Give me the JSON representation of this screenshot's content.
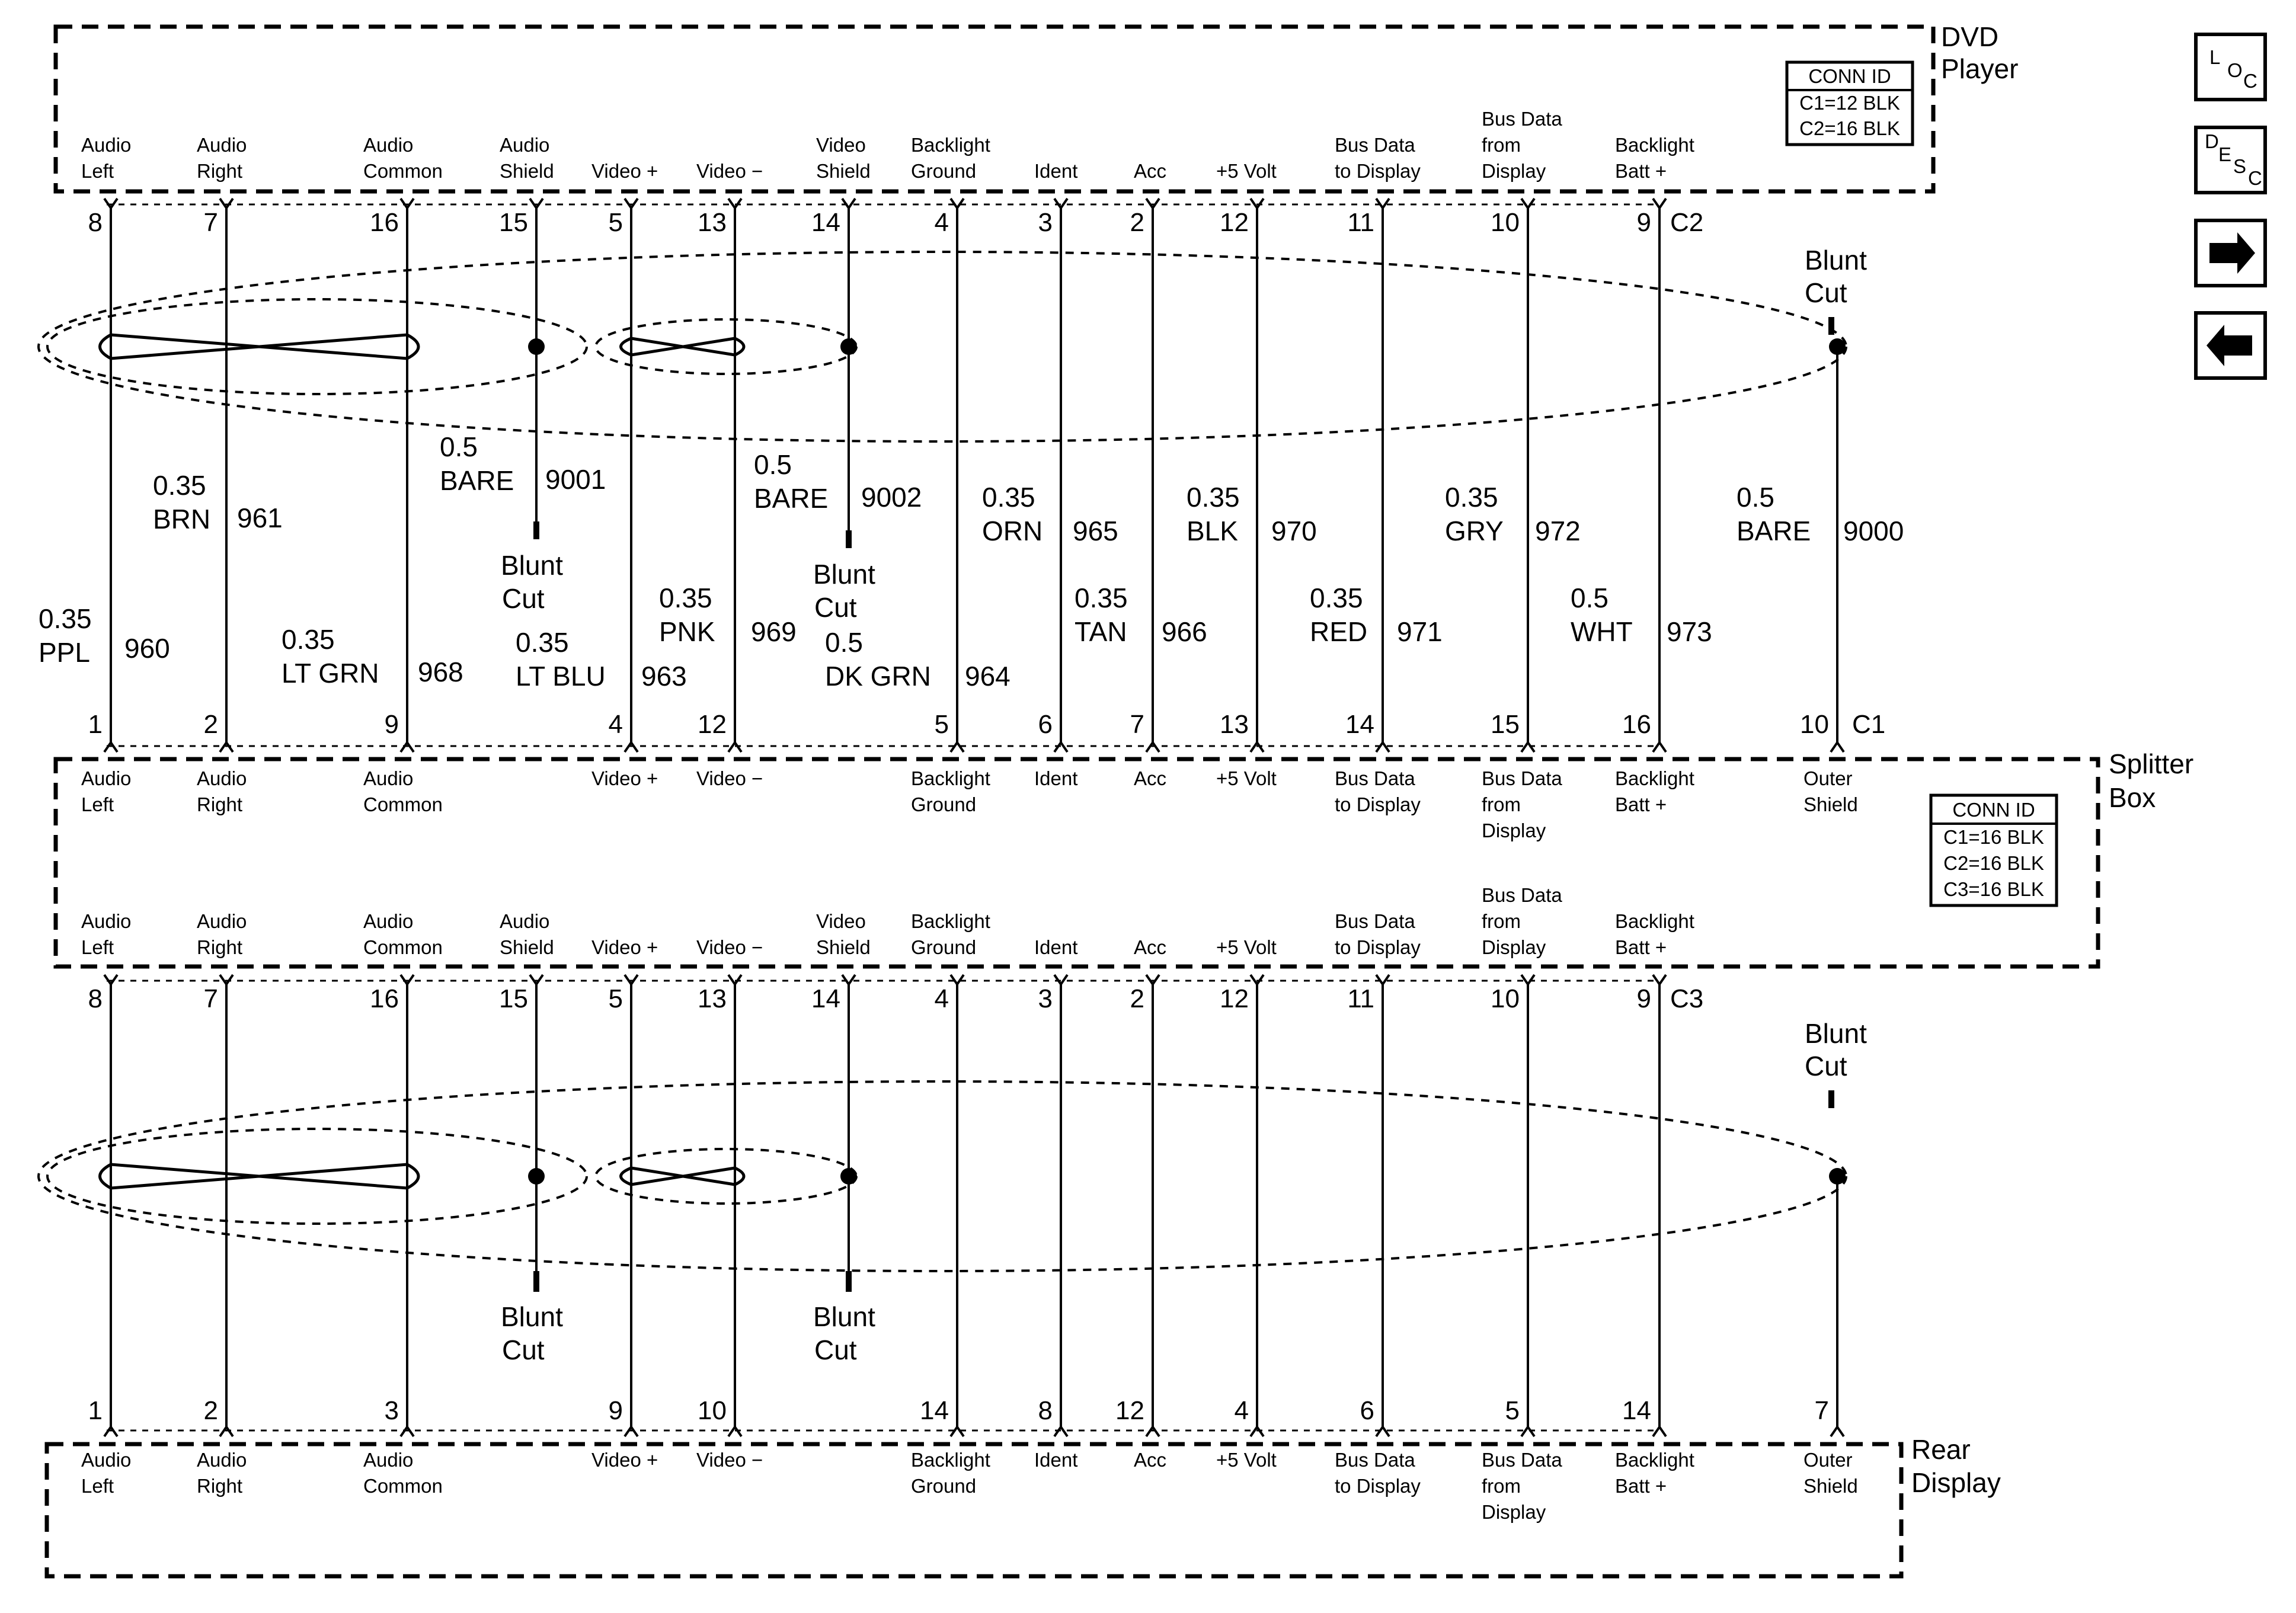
{
  "colors": {
    "line": "#000000",
    "background": "#ffffff"
  },
  "components": {
    "dvd": {
      "name_lines": [
        "DVD",
        "Player"
      ]
    },
    "splitter": {
      "name_lines": [
        "Splitter",
        "Box"
      ]
    },
    "rear": {
      "name_lines": [
        "Rear",
        "Display"
      ]
    }
  },
  "conn_id": {
    "dvd": {
      "title": "CONN ID",
      "rows": [
        "C1=12 BLK",
        "C2=16 BLK"
      ]
    },
    "splitter": {
      "title": "CONN ID",
      "rows": [
        "C1=16 BLK",
        "C2=16 BLK",
        "C3=16 BLK"
      ]
    }
  },
  "connectors": {
    "dvd_side": "C2",
    "splitter_c1": "C1",
    "splitter_c3": "C3"
  },
  "blunt_cut": [
    "Blunt",
    "Cut"
  ],
  "wires": [
    {
      "id": "audio-left",
      "label": [
        "Audio",
        "Left"
      ],
      "pin_c2": "8",
      "pin_c1": "1",
      "pin_c3": "8",
      "pin_rear": "1",
      "size": "0.35",
      "color": "PPL",
      "circuit": "960"
    },
    {
      "id": "audio-right",
      "label": [
        "Audio",
        "Right"
      ],
      "pin_c2": "7",
      "pin_c1": "2",
      "pin_c3": "7",
      "pin_rear": "2",
      "size": "0.35",
      "color": "BRN",
      "circuit": "961"
    },
    {
      "id": "audio-common",
      "label": [
        "Audio",
        "Common"
      ],
      "pin_c2": "16",
      "pin_c1": "9",
      "pin_c3": "16",
      "pin_rear": "3",
      "size": "0.35",
      "color": "LT GRN",
      "circuit": "968"
    },
    {
      "id": "audio-shield",
      "label": [
        "Audio",
        "Shield"
      ],
      "pin_c2": "15",
      "pin_c1": "",
      "pin_c3": "15",
      "pin_rear": "",
      "size": "0.5",
      "color": "BARE",
      "circuit": "9001"
    },
    {
      "id": "video-plus",
      "label": [
        "",
        "Video +"
      ],
      "pin_c2": "5",
      "pin_c1": "4",
      "pin_c3": "5",
      "pin_rear": "9",
      "size": "0.35",
      "color": "LT BLU",
      "circuit": "963"
    },
    {
      "id": "video-minus",
      "label": [
        "",
        "Video −"
      ],
      "pin_c2": "13",
      "pin_c1": "12",
      "pin_c3": "13",
      "pin_rear": "10",
      "size": "0.35",
      "color": "PNK",
      "circuit": "969"
    },
    {
      "id": "video-shield",
      "label": [
        "Video",
        "Shield"
      ],
      "pin_c2": "14",
      "pin_c1": "",
      "pin_c3": "14",
      "pin_rear": "",
      "size": "0.5",
      "color": "BARE",
      "circuit": "9002"
    },
    {
      "id": "backlight-ground",
      "label": [
        "Backlight",
        "Ground"
      ],
      "pin_c2": "4",
      "pin_c1": "5",
      "pin_c3": "4",
      "pin_rear": "14",
      "size": "0.5",
      "color": "DK GRN",
      "circuit": "964"
    },
    {
      "id": "ident",
      "label": [
        "",
        "Ident"
      ],
      "pin_c2": "3",
      "pin_c1": "6",
      "pin_c3": "3",
      "pin_rear": "8",
      "size": "0.35",
      "color": "ORN",
      "circuit": "965"
    },
    {
      "id": "acc",
      "label": [
        "",
        "Acc"
      ],
      "pin_c2": "2",
      "pin_c1": "7",
      "pin_c3": "2",
      "pin_rear": "12",
      "size": "0.35",
      "color": "TAN",
      "circuit": "966"
    },
    {
      "id": "plus5-volt",
      "label": [
        "",
        "+5 Volt"
      ],
      "pin_c2": "12",
      "pin_c1": "13",
      "pin_c3": "12",
      "pin_rear": "4",
      "size": "0.35",
      "color": "BLK",
      "circuit": "970"
    },
    {
      "id": "bus-data-to-display",
      "label": [
        "Bus Data",
        "to Display"
      ],
      "pin_c2": "11",
      "pin_c1": "14",
      "pin_c3": "11",
      "pin_rear": "6",
      "size": "0.35",
      "color": "RED",
      "circuit": "971"
    },
    {
      "id": "bus-data-from-display",
      "label": [
        "Bus Data",
        "from",
        "Display"
      ],
      "pin_c2": "10",
      "pin_c1": "15",
      "pin_c3": "10",
      "pin_rear": "5",
      "size": "0.35",
      "color": "GRY",
      "circuit": "972"
    },
    {
      "id": "backlight-batt",
      "label": [
        "Backlight",
        "Batt +"
      ],
      "pin_c2": "9",
      "pin_c1": "16",
      "pin_c3": "9",
      "pin_rear": "14",
      "size": "0.5",
      "color": "WHT",
      "circuit": "973"
    },
    {
      "id": "outer-shield",
      "label": [
        "Outer",
        "Shield"
      ],
      "pin_c2": "",
      "pin_c1": "10",
      "pin_c3": "",
      "pin_rear": "7",
      "size": "0.5",
      "color": "BARE",
      "circuit": "9000"
    }
  ],
  "nav": {
    "loc": {
      "big": "L",
      "sub": "O",
      "sub2": "C"
    },
    "desc": {
      "big": "D",
      "sub": "E",
      "sub2": "S",
      "sub3": "C"
    }
  }
}
